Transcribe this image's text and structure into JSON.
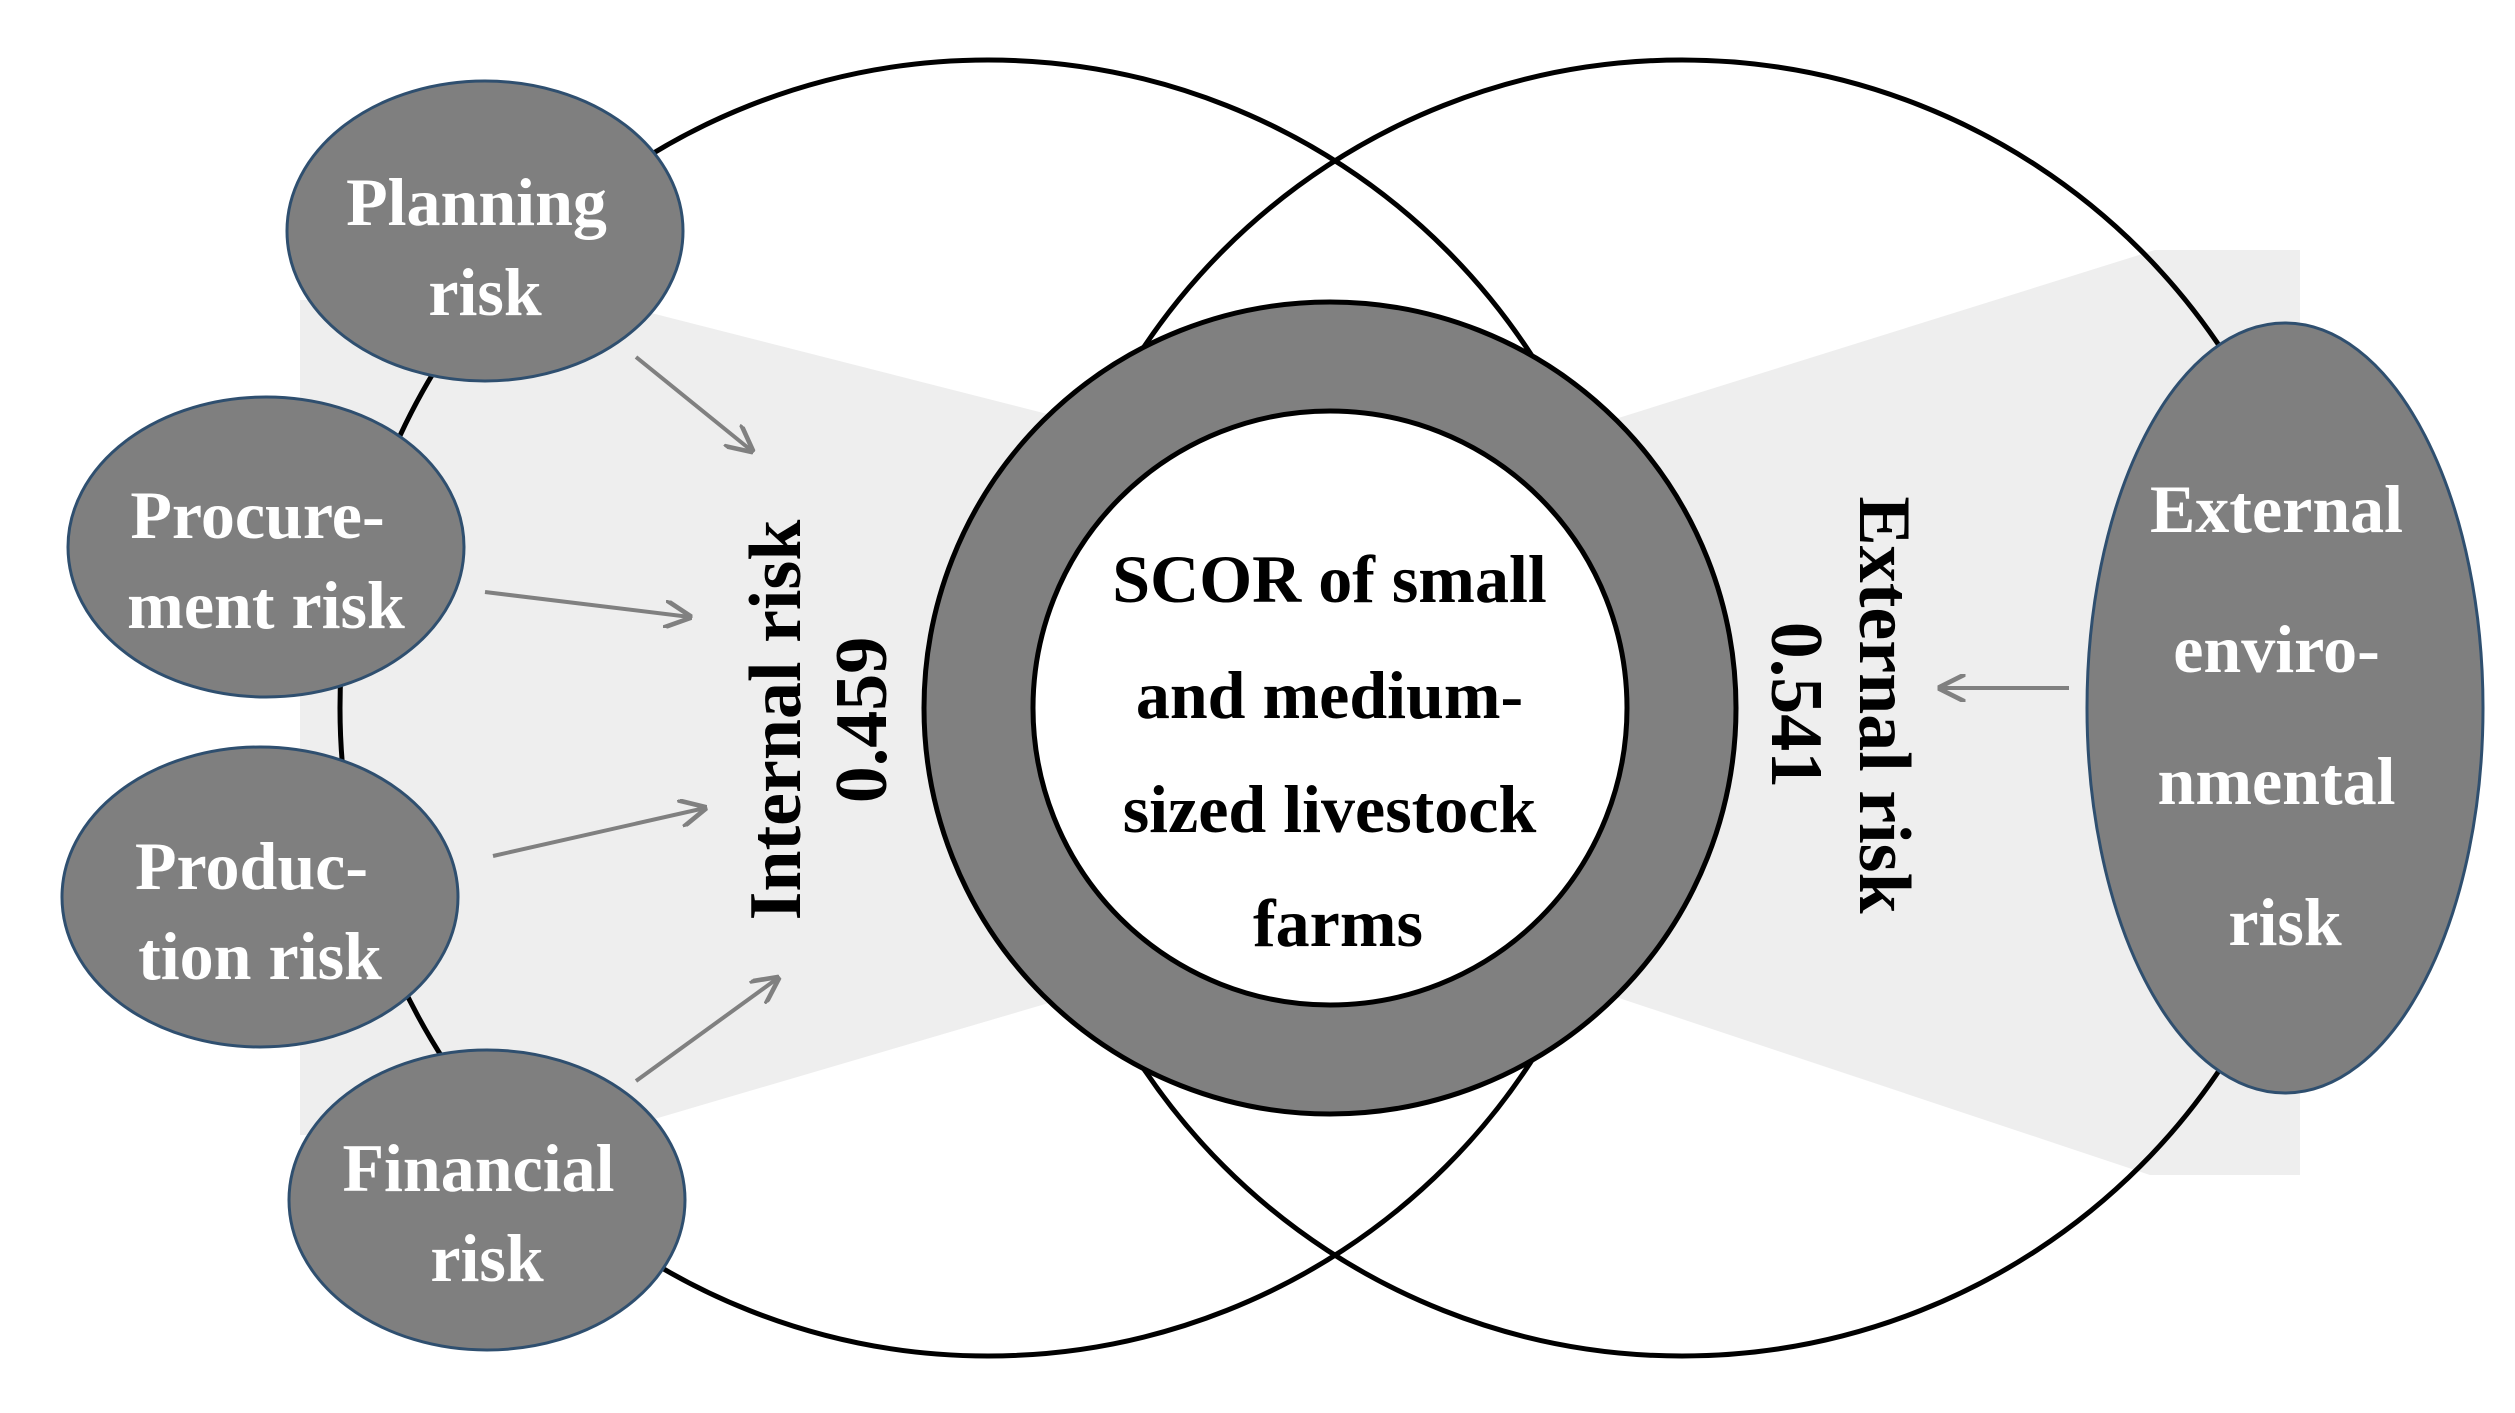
{
  "colors": {
    "bubble_fill": "#7f7f7f",
    "band_fill": "#eeeeee",
    "ring_fill": "#808080",
    "arrow": "#808080"
  },
  "center": {
    "lines": [
      "SCOR of small",
      "and medium-",
      "sized livestock",
      "farms"
    ]
  },
  "internal": {
    "title": "Internal risk",
    "value": "0.459",
    "factors": [
      {
        "lines": [
          "Planning",
          "risk"
        ]
      },
      {
        "lines": [
          "Procure-",
          "ment risk"
        ]
      },
      {
        "lines": [
          "Produc-",
          "tion risk"
        ]
      },
      {
        "lines": [
          "Financial",
          "risk"
        ]
      }
    ]
  },
  "external": {
    "title": "External risk",
    "value": "0.541",
    "factors": [
      {
        "lines": [
          "External",
          "enviro-",
          "nmental",
          "risk"
        ]
      }
    ]
  }
}
